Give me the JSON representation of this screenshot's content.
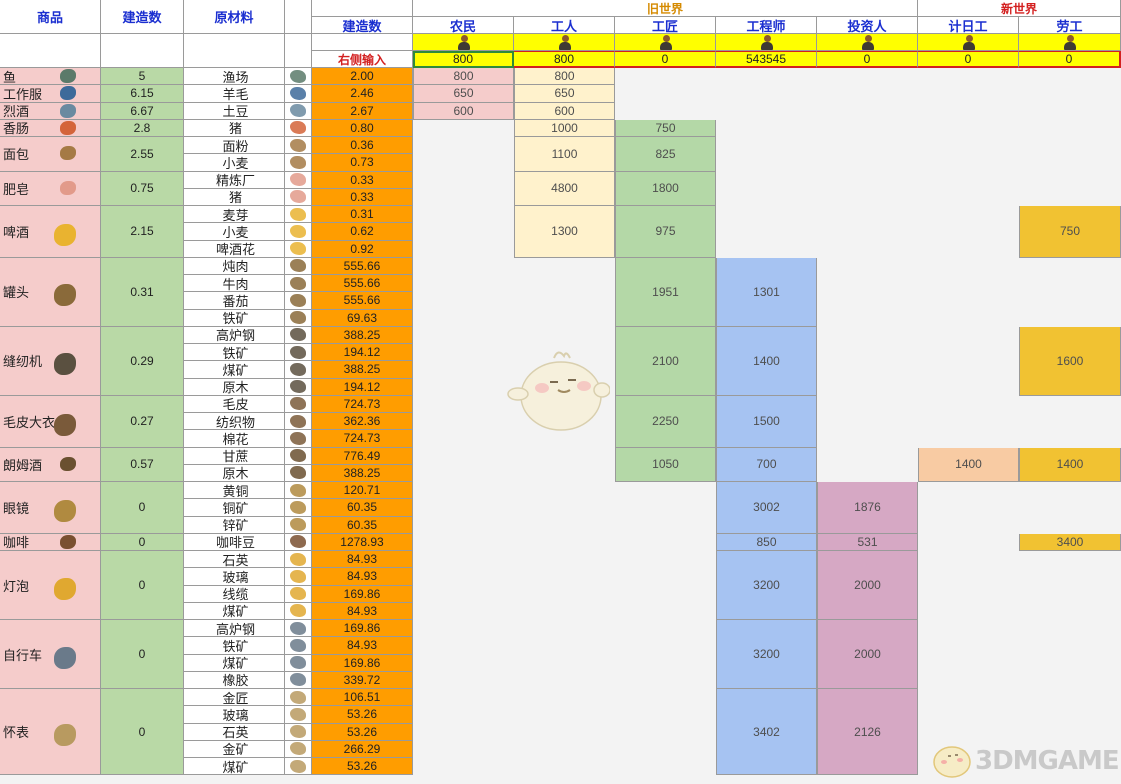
{
  "sheet_title": "",
  "headers": {
    "goods": "商品",
    "build_count": "建造数",
    "materials": "原材料",
    "material_build_count": "建造数",
    "old_world": "旧世界",
    "new_world": "新世界",
    "input_hint": "右侧输入"
  },
  "tiers": [
    {
      "name": "农民",
      "population": "800"
    },
    {
      "name": "工人",
      "population": "800"
    },
    {
      "name": "工匠",
      "population": "0"
    },
    {
      "name": "工程师",
      "population": "543545"
    },
    {
      "name": "投资人",
      "population": "0"
    },
    {
      "name": "计日工",
      "population": "0"
    },
    {
      "name": "劳工",
      "population": "0"
    }
  ],
  "products": [
    {
      "name": "鱼",
      "count": "5",
      "materials": [
        {
          "name": "渔场",
          "value": "2.00"
        }
      ],
      "icon_color": "#5b7a6a"
    },
    {
      "name": "工作服",
      "count": "6.15",
      "materials": [
        {
          "name": "羊毛",
          "value": "2.46"
        }
      ],
      "icon_color": "#3d6a9a"
    },
    {
      "name": "烈酒",
      "count": "6.67",
      "materials": [
        {
          "name": "土豆",
          "value": "2.67"
        }
      ],
      "icon_color": "#6a8aa0"
    },
    {
      "name": "香肠",
      "count": "2.8",
      "materials": [
        {
          "name": "猪",
          "value": "0.80"
        }
      ],
      "icon_color": "#d4643a"
    },
    {
      "name": "面包",
      "count": "2.55",
      "materials": [
        {
          "name": "面粉",
          "value": "0.36"
        },
        {
          "name": "小麦",
          "value": "0.73"
        }
      ],
      "icon_color": "#a57a45"
    },
    {
      "name": "肥皂",
      "count": "0.75",
      "materials": [
        {
          "name": "精炼厂",
          "value": "0.33"
        },
        {
          "name": "猪",
          "value": "0.33"
        }
      ],
      "icon_color": "#e29a8a"
    },
    {
      "name": "啤酒",
      "count": "2.15",
      "materials": [
        {
          "name": "麦芽",
          "value": "0.31"
        },
        {
          "name": "小麦",
          "value": "0.62"
        },
        {
          "name": "啤酒花",
          "value": "0.92"
        }
      ],
      "icon_color": "#e9b330"
    },
    {
      "name": "罐头",
      "count": "0.31",
      "materials": [
        {
          "name": "炖肉",
          "value": "555.66"
        },
        {
          "name": "牛肉",
          "value": "555.66"
        },
        {
          "name": "番茄",
          "value": "555.66"
        },
        {
          "name": "铁矿",
          "value": "69.63"
        }
      ],
      "icon_color": "#8a6a3a"
    },
    {
      "name": "缝纫机",
      "count": "0.29",
      "materials": [
        {
          "name": "高炉钢",
          "value": "388.25"
        },
        {
          "name": "铁矿",
          "value": "194.12"
        },
        {
          "name": "煤矿",
          "value": "388.25"
        },
        {
          "name": "原木",
          "value": "194.12"
        }
      ],
      "icon_color": "#5a5040"
    },
    {
      "name": "毛皮大衣",
      "count": "0.27",
      "materials": [
        {
          "name": "毛皮",
          "value": "724.73"
        },
        {
          "name": "纺织物",
          "value": "362.36"
        },
        {
          "name": "棉花",
          "value": "724.73"
        }
      ],
      "icon_color": "#7a5a3a"
    },
    {
      "name": "朗姆酒",
      "count": "0.57",
      "materials": [
        {
          "name": "甘蔗",
          "value": "776.49"
        },
        {
          "name": "原木",
          "value": "388.25"
        }
      ],
      "icon_color": "#6a5030"
    },
    {
      "name": "眼镜",
      "count": "0",
      "materials": [
        {
          "name": "黄铜",
          "value": "120.71"
        },
        {
          "name": "铜矿",
          "value": "60.35"
        },
        {
          "name": "锌矿",
          "value": "60.35"
        }
      ],
      "icon_color": "#b08a40"
    },
    {
      "name": "咖啡",
      "count": "0",
      "materials": [
        {
          "name": "咖啡豆",
          "value": "1278.93"
        }
      ],
      "icon_color": "#7a5030"
    },
    {
      "name": "灯泡",
      "count": "0",
      "materials": [
        {
          "name": "石英",
          "value": "84.93"
        },
        {
          "name": "玻璃",
          "value": "84.93"
        },
        {
          "name": "线缆",
          "value": "169.86"
        },
        {
          "name": "煤矿",
          "value": "84.93"
        }
      ],
      "icon_color": "#e0a830"
    },
    {
      "name": "自行车",
      "count": "0",
      "materials": [
        {
          "name": "高炉钢",
          "value": "169.86"
        },
        {
          "name": "铁矿",
          "value": "84.93"
        },
        {
          "name": "煤矿",
          "value": "169.86"
        },
        {
          "name": "橡胶",
          "value": "339.72"
        }
      ],
      "icon_color": "#6a7a8a"
    },
    {
      "name": "怀表",
      "count": "0",
      "materials": [
        {
          "name": "金匠",
          "value": "106.51"
        },
        {
          "name": "玻璃",
          "value": "53.26"
        },
        {
          "name": "石英",
          "value": "53.26"
        },
        {
          "name": "金矿",
          "value": "266.29"
        },
        {
          "name": "煤矿",
          "value": "53.26"
        }
      ],
      "icon_color": "#b89a60"
    }
  ],
  "needs": [
    {
      "row": 0,
      "tier": 0,
      "value": "800"
    },
    {
      "row": 0,
      "tier": 1,
      "value": "800"
    },
    {
      "row": 1,
      "tier": 0,
      "value": "650"
    },
    {
      "row": 1,
      "tier": 1,
      "value": "650"
    },
    {
      "row": 2,
      "tier": 0,
      "value": "600"
    },
    {
      "row": 2,
      "tier": 1,
      "value": "600"
    },
    {
      "row": 3,
      "tier": 1,
      "value": "1000"
    },
    {
      "row": 3,
      "tier": 2,
      "value": "750"
    },
    {
      "row": 4,
      "tier": 1,
      "value": "1100"
    },
    {
      "row": 4,
      "tier": 2,
      "value": "825"
    },
    {
      "row": 5,
      "tier": 1,
      "value": "4800"
    },
    {
      "row": 5,
      "tier": 2,
      "value": "1800"
    },
    {
      "row": 6,
      "tier": 1,
      "value": "1300"
    },
    {
      "row": 6,
      "tier": 2,
      "value": "975"
    },
    {
      "row": 6,
      "tier": 6,
      "value": "750"
    },
    {
      "row": 7,
      "tier": 2,
      "value": "1951"
    },
    {
      "row": 7,
      "tier": 3,
      "value": "1301"
    },
    {
      "row": 8,
      "tier": 2,
      "value": "2100"
    },
    {
      "row": 8,
      "tier": 3,
      "value": "1400"
    },
    {
      "row": 8,
      "tier": 6,
      "value": "1600"
    },
    {
      "row": 9,
      "tier": 2,
      "value": "2250"
    },
    {
      "row": 9,
      "tier": 3,
      "value": "1500"
    },
    {
      "row": 10,
      "tier": 2,
      "value": "1050"
    },
    {
      "row": 10,
      "tier": 3,
      "value": "700"
    },
    {
      "row": 10,
      "tier": 5,
      "value": "1400"
    },
    {
      "row": 10,
      "tier": 6,
      "value": "1400"
    },
    {
      "row": 11,
      "tier": 3,
      "value": "3002"
    },
    {
      "row": 11,
      "tier": 4,
      "value": "1876"
    },
    {
      "row": 12,
      "tier": 3,
      "value": "850"
    },
    {
      "row": 12,
      "tier": 4,
      "value": "531"
    },
    {
      "row": 12,
      "tier": 6,
      "value": "3400"
    },
    {
      "row": 13,
      "tier": 3,
      "value": "3200"
    },
    {
      "row": 13,
      "tier": 4,
      "value": "2000"
    },
    {
      "row": 14,
      "tier": 3,
      "value": "3200"
    },
    {
      "row": 14,
      "tier": 4,
      "value": "2000"
    },
    {
      "row": 15,
      "tier": 3,
      "value": "3402"
    },
    {
      "row": 15,
      "tier": 4,
      "value": "2126"
    }
  ],
  "watermark": "3DMGAME",
  "colors": {
    "header_text": "#1b2fd0",
    "old_world": "#d58a00",
    "new_world": "#d32020",
    "input_cell": "#ffff00",
    "material_value": "#ff9d00",
    "tier_colors": [
      "#f5cccb",
      "#fff2cc",
      "#b4d8a7",
      "#a6c3f2",
      "#d6a8c4",
      "#f8cba3",
      "#f1c232"
    ]
  }
}
